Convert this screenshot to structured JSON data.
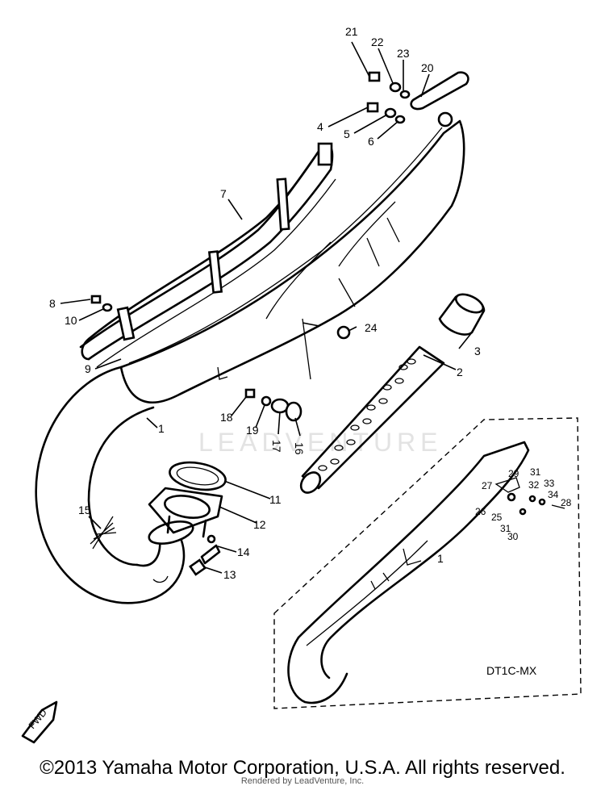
{
  "watermark": "LEADVENTURE",
  "model_variant": "DT1C-MX",
  "fwd_label": "FWD",
  "footer": {
    "copyright": "©2013 Yamaha Motor Corporation, U.S.A. All rights reserved.",
    "rendered_by": "Rendered by LeadVenture, Inc."
  },
  "callouts": [
    "1",
    "1",
    "2",
    "3",
    "4",
    "5",
    "6",
    "7",
    "8",
    "9",
    "10",
    "11",
    "12",
    "13",
    "14",
    "15",
    "16",
    "17",
    "18",
    "19",
    "20",
    "21",
    "22",
    "23",
    "24",
    "25",
    "26",
    "27",
    "28",
    "29",
    "30",
    "31",
    "31",
    "32",
    "33",
    "34"
  ]
}
